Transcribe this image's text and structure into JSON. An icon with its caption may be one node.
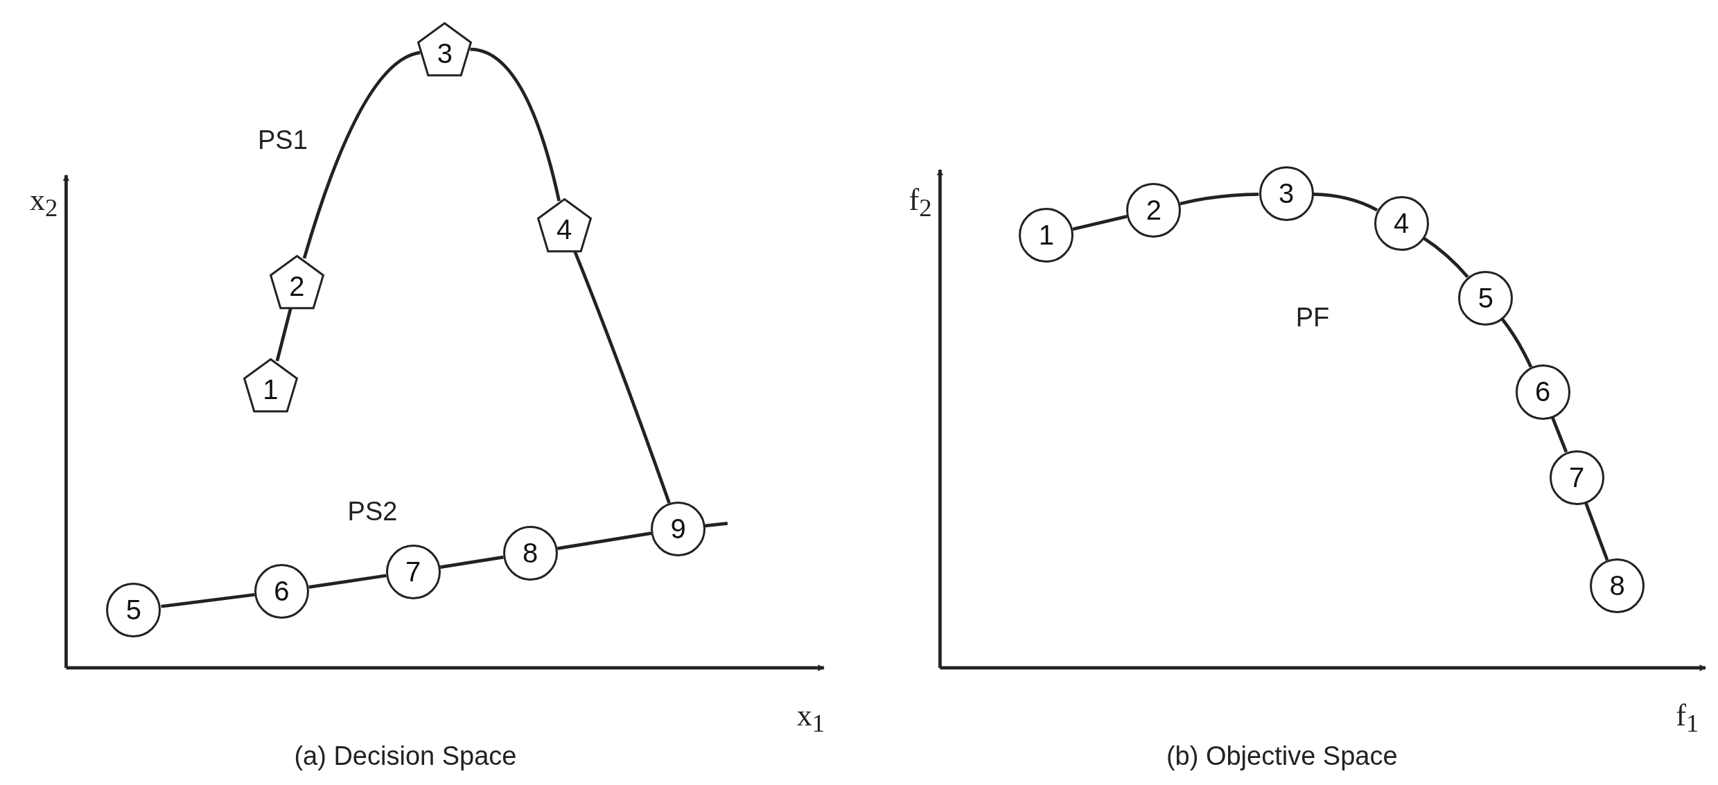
{
  "diagram": {
    "nodes": [
      {
        "text": [
          "1"
        ]
      },
      {
        "text": [
          "2"
        ]
      },
      {
        "text": [
          "3"
        ]
      },
      {
        "text": [
          "4"
        ]
      },
      {
        "text": [
          "5"
        ]
      },
      {
        "text": [
          "6"
        ]
      },
      {
        "text": [
          "7"
        ]
      },
      {
        "text": [
          "8"
        ]
      },
      {
        "text": [
          "9"
        ]
      },
      {
        "text": [
          "1"
        ]
      },
      {
        "text": [
          "2"
        ]
      },
      {
        "text": [
          "3"
        ]
      },
      {
        "text": [
          "4"
        ]
      },
      {
        "text": [
          "5"
        ]
      },
      {
        "text": [
          "6"
        ]
      },
      {
        "text": [
          "7"
        ]
      },
      {
        "text": [
          "8"
        ]
      }
    ],
    "edges": [
      {
        "from": 0,
        "to": 1,
        "arrow": "none"
      },
      {
        "from": 1,
        "to": 2,
        "arrow": "none"
      },
      {
        "from": 2,
        "to": 3,
        "arrow": "none"
      },
      {
        "from": 3,
        "to": 8,
        "arrow": "none"
      },
      {
        "from": 4,
        "to": 5,
        "arrow": "none"
      },
      {
        "from": 5,
        "to": 6,
        "arrow": "none"
      },
      {
        "from": 6,
        "to": 7,
        "arrow": "none"
      },
      {
        "from": 7,
        "to": 8,
        "arrow": "none"
      },
      {
        "from": 8,
        "to": null,
        "arrow": "none"
      },
      {
        "from": 9,
        "to": 10,
        "arrow": "none"
      },
      {
        "from": 10,
        "to": 11,
        "arrow": "none"
      },
      {
        "from": 11,
        "to": 12,
        "arrow": "none"
      },
      {
        "from": 12,
        "to": 13,
        "arrow": "none"
      },
      {
        "from": 13,
        "to": 14,
        "arrow": "none"
      },
      {
        "from": 14,
        "to": 15,
        "arrow": "none"
      },
      {
        "from": 15,
        "to": 16,
        "arrow": "none"
      }
    ],
    "labels": [
      "PS1",
      "x$_{2}$",
      "PS2",
      "x$_{1}$",
      "(a) Decision Space",
      "f$_{2}$",
      "PF",
      "f$_{1}$",
      "(b) Objective Space"
    ]
  }
}
